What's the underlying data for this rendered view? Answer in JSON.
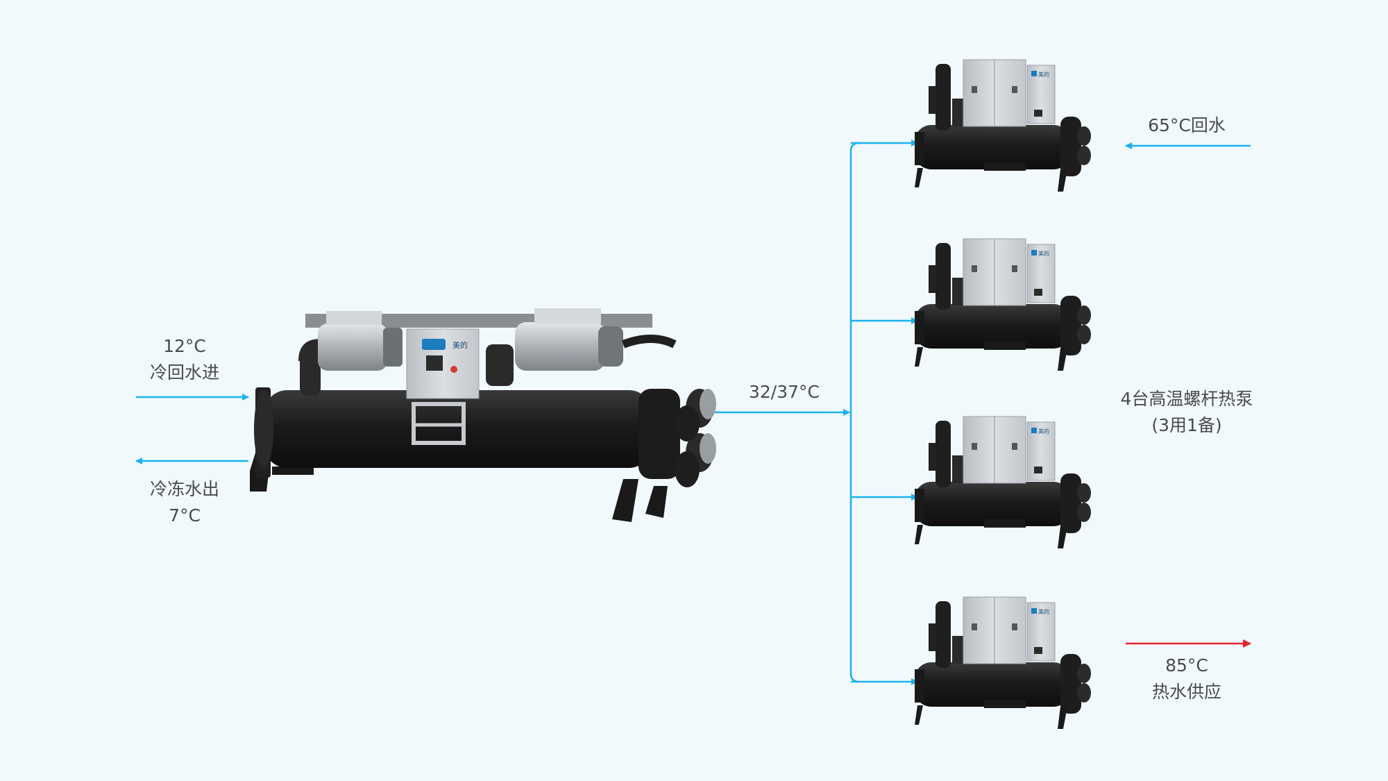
{
  "colors": {
    "background": "#f1f9fd",
    "cold_pipe": "#1ab2ea",
    "hot_pipe": "#e8262d",
    "machine_body": "#1a1a1a",
    "panel": "#c9ccd0",
    "text": "#4a4a4a"
  },
  "left": {
    "inlet_temp": "12°C",
    "inlet_label": "冷回水进",
    "outlet_label": "冷冻水出",
    "outlet_temp": "7°C"
  },
  "middle": {
    "supply_temp": "32/37°C"
  },
  "right": {
    "return_label": "65°C回水",
    "heat_pump_group": "4台高温螺杆热泵",
    "heat_pump_note": "(3用1备)",
    "hot_temp": "85°C",
    "hot_label": "热水供应"
  },
  "chiller": {
    "brand_text": "美的"
  },
  "heat_pumps": [
    {
      "brand_text": "美的"
    },
    {
      "brand_text": "美的"
    },
    {
      "brand_text": "美的"
    },
    {
      "brand_text": "美的"
    }
  ]
}
